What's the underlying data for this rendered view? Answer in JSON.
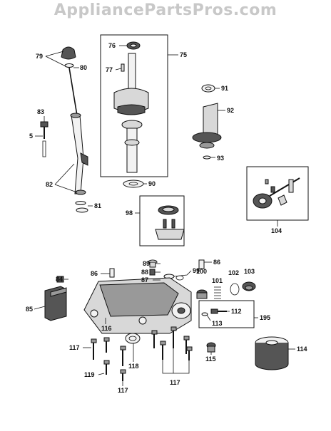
{
  "watermark": "AppliancePartsPros.com",
  "labels": {
    "p75": "75",
    "p76": "76",
    "p77": "77",
    "p79": "79",
    "p80": "80",
    "p83": "83",
    "p5": "5",
    "p82": "82",
    "p81": "81",
    "p90": "90",
    "p91": "91",
    "p92": "92",
    "p93": "93",
    "p104": "104",
    "p98": "98",
    "p89": "89",
    "p86a": "86",
    "p86b": "86",
    "p88": "88",
    "p87": "87",
    "p99": "99",
    "p100": "100",
    "p101": "101",
    "p102": "102",
    "p103": "103",
    "p84": "84",
    "p85": "85",
    "p116": "116",
    "p112": "112",
    "p113": "113",
    "p195": "195",
    "p117a": "117",
    "p117b": "117",
    "p117c": "117",
    "p119": "119",
    "p118": "118",
    "p115": "115",
    "p114": "114"
  },
  "colors": {
    "line": "#111111",
    "watermark": "#c8c8c8",
    "background": "#ffffff"
  }
}
